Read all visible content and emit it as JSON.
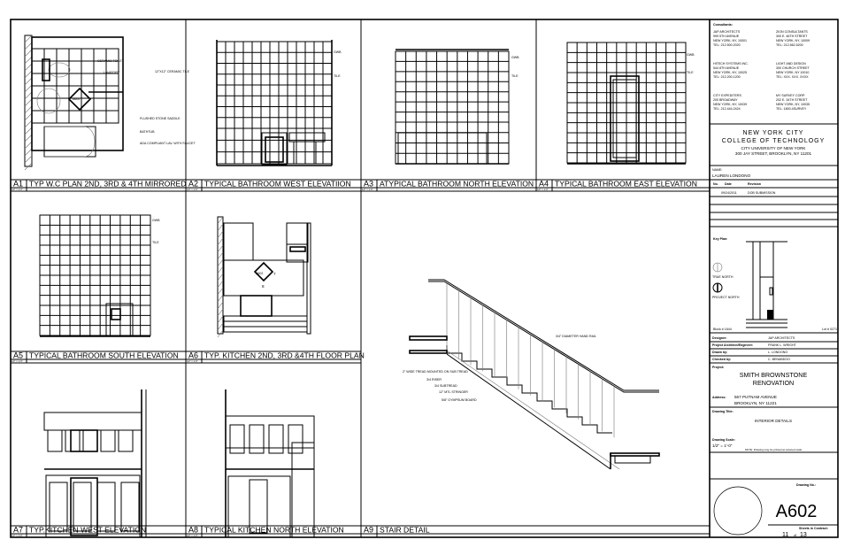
{
  "sheet": {
    "panels": [
      {
        "id": "A1",
        "title": "TYP W.C PLAN 2ND, 3RD & 4TH MIRRORED",
        "scale": "1/2\" = 1'-0\""
      },
      {
        "id": "A2",
        "title": "TYPICAL BATHROOM WEST ELEVATIION",
        "scale": "1/2\" = 1'-0\""
      },
      {
        "id": "A3",
        "title": "ATYPICAL BATHROOM NORTH ELEVATION",
        "scale": "1/2\" = 1'-0\""
      },
      {
        "id": "A4",
        "title": "TYPICAL BATHROOM EAST ELEVATION",
        "scale": "1/2\" = 1'-0\""
      },
      {
        "id": "A5",
        "title": "TYPICAL BATHROOM SOUTH ELEVATION",
        "scale": "1/2\" = 1'-0\""
      },
      {
        "id": "A6",
        "title": "TYP. KITCHEN 2ND, 3RD &4TH FLOOR PLAN",
        "scale": "1/2\" = 1'-0\""
      },
      {
        "id": "A7",
        "title": "TYP.KITCHEN WEST ELEVATION",
        "scale": "1/2\" = 1'-0\""
      },
      {
        "id": "A8",
        "title": "TYPICAL KITCHEN NORTH ELEVATION",
        "scale": "1/2\" = 1'-0\""
      },
      {
        "id": "A9",
        "title": "STAIR DETAIL",
        "scale": ""
      }
    ],
    "notes": {
      "a1": [
        "CERAMIC TOILET",
        "LAVATORY",
        "12\"X12\" CERAMIC TILE",
        "FLUSHED STONE SADDLE",
        "BATHTUB",
        "ADA COMPLIANT LAV. WITH FAUCET"
      ],
      "a1_tag": "A602",
      "a6_tag": "A602",
      "a6_tag_nums": [
        "7",
        "8"
      ],
      "gwb": "GWB",
      "tile": "TILE",
      "a9": [
        "3/4\" DIAMETER HAND RAIL",
        "2\" WIDE TREAD MOUNTED ON SUB TREAD",
        "3/4 RISER",
        "3/4 SUBTREAD",
        "12\" MTL STRINGER",
        "5/8\" GYMPSUM BOARD"
      ]
    }
  },
  "title_block": {
    "consultants_label": "Consultants:",
    "consultants": [
      {
        "name": "JAP ARCHITECTS",
        "l1": "999 5TH AVENUE",
        "l2": "NEW YORK, NY, 10001",
        "tel": "TEL: 212.500.2020"
      },
      {
        "name": "ZION CONSULTANTS",
        "l1": "300 E. 46TH STREET",
        "l2": "NEW YORK, NY, 10009",
        "tel": "TEL: 212.562.5200"
      },
      {
        "name": "HITECH SYSTEMS INC.",
        "l1": "544 8TH AVENUE",
        "l2": "NEW YORK, NY, 10025",
        "tel": "TEL: 212.200.1200"
      },
      {
        "name": "LIGHT AND DESIGN",
        "l1": "300 CHURCH STREET",
        "l2": "NEW YORK, NY 10010",
        "tel": "TEL: XXX. XXX. XXXX"
      },
      {
        "name": "CITY EXPEDITERS",
        "l1": "200 BROADWAY",
        "l2": "NEW YORK, NY, 10039",
        "tel": "TEL: 212.444.2424"
      },
      {
        "name": "MY SURVEY CORP.",
        "l1": "202 E. 34TH STREET",
        "l2": "NEW YORK, NY, 10035",
        "tel": "TEL: 1800.4SURVEY"
      }
    ],
    "school": {
      "l1": "NEW YORK CITY",
      "l2": "COLLEGE OF TECHNOLOGY",
      "l3": "CITY UNIVERSITY OF NEW YORK",
      "l4": "300 JAY STREET, BROOKLYN, NY  11201"
    },
    "name_label": "NAME:",
    "name": "LAUREN LONDONO",
    "rev_headers": [
      "No.",
      "Date",
      "Revision"
    ],
    "revisions": [
      {
        "no": "",
        "date": "09/24/2011",
        "rev": "DOB SUBMISSION"
      }
    ],
    "key_plan_label": "Key Plan:",
    "true_north": "TRUE NORTH",
    "project_north": "PROJECT NORTH",
    "block": "Block # 1644",
    "lot": "Lot # 0271",
    "roles": [
      {
        "label": "Designer:",
        "value": "JAP ARCHITECTS"
      },
      {
        "label": "Project Architect/Engineer:",
        "value": "FRANK L. WRIGHT"
      },
      {
        "label": "Drawn by:",
        "value": "L. LONDONO"
      },
      {
        "label": "Checked by:",
        "value": "C. BENABDOO"
      }
    ],
    "project_label": "Project:",
    "project_l1": "SMITH BROWNSTONE",
    "project_l2": "RENOVATION",
    "address_label": "Address:",
    "address_l1": "567 PUTNAM AVENUE",
    "address_l2": "BROOKLYN, NY  11221",
    "drawing_title_label": "Drawing Title:",
    "drawing_title": "INTERIOR DETAILS",
    "scale_label": "Drawing Scale:",
    "scale": "1/2\" = 1'-0\"",
    "note": "NOTE: Drawing may be printed at reduced scale",
    "drawing_no_label": "Drawing No.:",
    "drawing_no": "A602",
    "sheets_label": "Sheets in Contract:",
    "sheet_num": "11",
    "sheet_of": "of",
    "sheet_total": "13"
  }
}
